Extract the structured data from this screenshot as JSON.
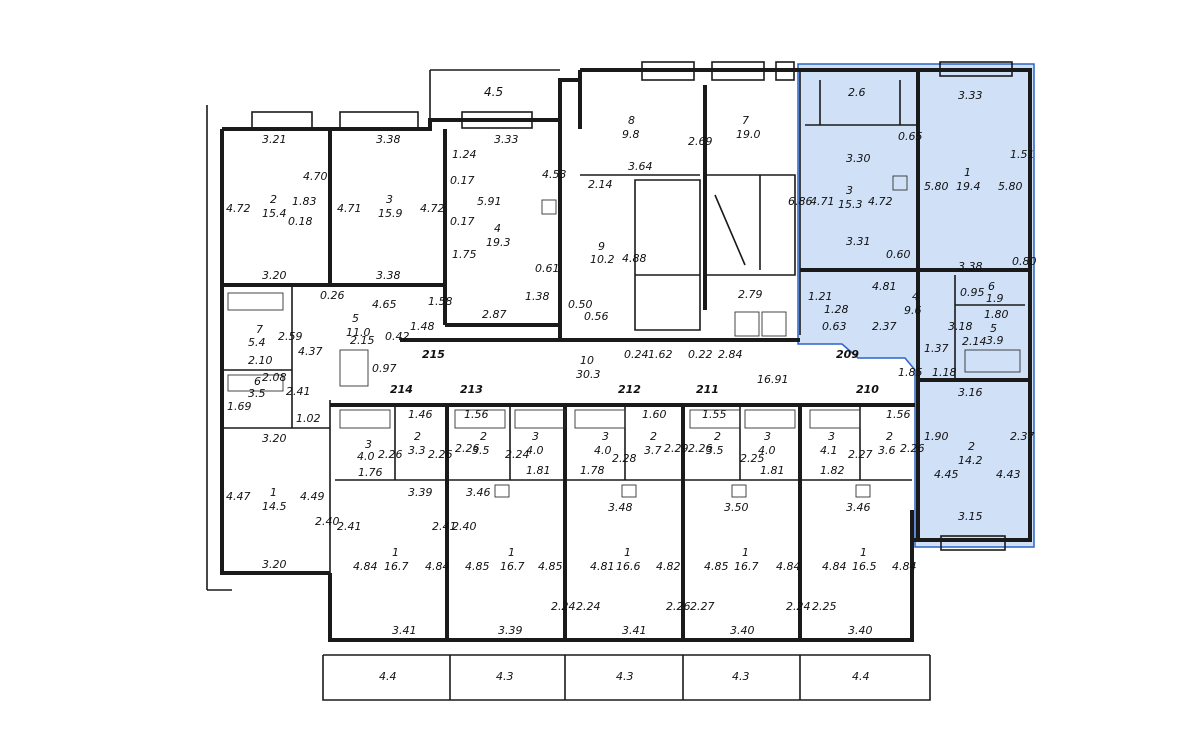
{
  "highlight": {
    "color": "#cfe0f7",
    "border": "#2b63c9"
  },
  "labels": [
    {
      "id": "balc-4-5",
      "t": "4.5"
    },
    {
      "id": "d-3-21",
      "t": "3.21"
    },
    {
      "id": "d-3-38a",
      "t": "3.38"
    },
    {
      "id": "d-3-33a",
      "t": "3.33"
    },
    {
      "id": "d-4-72a",
      "t": "4.72"
    },
    {
      "id": "d-4-70",
      "t": "4.70"
    },
    {
      "id": "d-1-83",
      "t": "1.83"
    },
    {
      "id": "d-0-18",
      "t": "0.18"
    },
    {
      "id": "r2-num",
      "t": "2"
    },
    {
      "id": "r2-area",
      "t": "15.4"
    },
    {
      "id": "d-4-71a",
      "t": "4.71"
    },
    {
      "id": "d-4-72b",
      "t": "4.72"
    },
    {
      "id": "r3-num",
      "t": "3"
    },
    {
      "id": "r3-area",
      "t": "15.9"
    },
    {
      "id": "d-1-24",
      "t": "1.24"
    },
    {
      "id": "d-0-17a",
      "t": "0.17"
    },
    {
      "id": "d-0-17b",
      "t": "0.17"
    },
    {
      "id": "d-5-91",
      "t": "5.91"
    },
    {
      "id": "d-4-53",
      "t": "4.53"
    },
    {
      "id": "d-1-75",
      "t": "1.75"
    },
    {
      "id": "r4-num",
      "t": "4"
    },
    {
      "id": "r4-area",
      "t": "19.3"
    },
    {
      "id": "d-0-61",
      "t": "0.61"
    },
    {
      "id": "d-1-38",
      "t": "1.38"
    },
    {
      "id": "d-3-20a",
      "t": "3.20"
    },
    {
      "id": "d-3-38b",
      "t": "3.38"
    },
    {
      "id": "d-0-26",
      "t": "0.26"
    },
    {
      "id": "d-4-65",
      "t": "4.65"
    },
    {
      "id": "d-1-58",
      "t": "1.58"
    },
    {
      "id": "d-2-87",
      "t": "2.87"
    },
    {
      "id": "r5-num",
      "t": "5"
    },
    {
      "id": "r5-area",
      "t": "11.0"
    },
    {
      "id": "d-2-59",
      "t": "2.59"
    },
    {
      "id": "d-4-37",
      "t": "4.37"
    },
    {
      "id": "d-2-15",
      "t": "2.15"
    },
    {
      "id": "d-0-42",
      "t": "0.42"
    },
    {
      "id": "d-1-48",
      "t": "1.48"
    },
    {
      "id": "r7a-num",
      "t": "7"
    },
    {
      "id": "r7a-area",
      "t": "5.4"
    },
    {
      "id": "d-2-10",
      "t": "2.10"
    },
    {
      "id": "d-2-08",
      "t": "2.08"
    },
    {
      "id": "r6a-num",
      "t": "6"
    },
    {
      "id": "r6a-area",
      "t": "3.5"
    },
    {
      "id": "d-1-69",
      "t": "1.69"
    },
    {
      "id": "d-2-41a",
      "t": "2.41"
    },
    {
      "id": "d-1-02",
      "t": "1.02"
    },
    {
      "id": "d-3-20b",
      "t": "3.20"
    },
    {
      "id": "d-4-47",
      "t": "4.47"
    },
    {
      "id": "r1a-num",
      "t": "1"
    },
    {
      "id": "r1a-area",
      "t": "14.5"
    },
    {
      "id": "d-4-49",
      "t": "4.49"
    },
    {
      "id": "d-2-40a",
      "t": "2.40"
    },
    {
      "id": "d-3-20c",
      "t": "3.20"
    },
    {
      "id": "apt-215",
      "t": "215"
    },
    {
      "id": "d-0-97",
      "t": "0.97"
    },
    {
      "id": "r10-num",
      "t": "10"
    },
    {
      "id": "r10-area",
      "t": "30.3"
    },
    {
      "id": "d-1-62",
      "t": "1.62"
    },
    {
      "id": "d-0-24",
      "t": "0.24"
    },
    {
      "id": "d-0-22",
      "t": "0.22"
    },
    {
      "id": "d-2-84",
      "t": "2.84"
    },
    {
      "id": "d-16-91",
      "t": "16.91"
    },
    {
      "id": "d-0-50",
      "t": "0.50"
    },
    {
      "id": "d-0-56",
      "t": "0.56"
    },
    {
      "id": "r8-num",
      "t": "8"
    },
    {
      "id": "r8-area",
      "t": "9.8"
    },
    {
      "id": "d-2-69",
      "t": "2.69"
    },
    {
      "id": "d-3-64",
      "t": "3.64"
    },
    {
      "id": "d-2-14",
      "t": "2.14"
    },
    {
      "id": "r7b-num",
      "t": "7"
    },
    {
      "id": "r7b-area",
      "t": "19.0"
    },
    {
      "id": "d-6-86",
      "t": "6.86"
    },
    {
      "id": "r9-num",
      "t": "9"
    },
    {
      "id": "r9-area",
      "t": "10.2"
    },
    {
      "id": "d-4-88",
      "t": "4.88"
    },
    {
      "id": "d-2-79",
      "t": "2.79"
    },
    {
      "id": "apt-214",
      "t": "214"
    },
    {
      "id": "apt-213",
      "t": "213"
    },
    {
      "id": "apt-212",
      "t": "212"
    },
    {
      "id": "apt-211",
      "t": "211"
    },
    {
      "id": "apt-210",
      "t": "210"
    },
    {
      "id": "apt-209",
      "t": "209"
    },
    {
      "id": "d-1-46",
      "t": "1.46"
    },
    {
      "id": "d-1-56a",
      "t": "1.56"
    },
    {
      "id": "d-1-60",
      "t": "1.60"
    },
    {
      "id": "d-1-55",
      "t": "1.55"
    },
    {
      "id": "d-1-56b",
      "t": "1.56"
    },
    {
      "id": "u214-3",
      "t": "3"
    },
    {
      "id": "u214-3a",
      "t": "4.0"
    },
    {
      "id": "d-2-26a",
      "t": "2.26"
    },
    {
      "id": "u214-2",
      "t": "2"
    },
    {
      "id": "u214-2a",
      "t": "3.3"
    },
    {
      "id": "d-2-26b",
      "t": "2.26"
    },
    {
      "id": "d-1-76",
      "t": "1.76"
    },
    {
      "id": "d-3-39a",
      "t": "3.39"
    },
    {
      "id": "d-2-26c",
      "t": "2.26"
    },
    {
      "id": "u213-2",
      "t": "2"
    },
    {
      "id": "u213-2a",
      "t": "3.5"
    },
    {
      "id": "d-2-24a",
      "t": "2.24"
    },
    {
      "id": "u213-3",
      "t": "3"
    },
    {
      "id": "u213-3a",
      "t": "4.0"
    },
    {
      "id": "d-1-81a",
      "t": "1.81"
    },
    {
      "id": "d-3-46a",
      "t": "3.46"
    },
    {
      "id": "u212-3",
      "t": "3"
    },
    {
      "id": "u212-3a",
      "t": "4.0"
    },
    {
      "id": "d-2-28",
      "t": "2.28"
    },
    {
      "id": "u212-2",
      "t": "2"
    },
    {
      "id": "u212-2a",
      "t": "3.7"
    },
    {
      "id": "d-2-29",
      "t": "2.29"
    },
    {
      "id": "d-1-78",
      "t": "1.78"
    },
    {
      "id": "d-3-48",
      "t": "3.48"
    },
    {
      "id": "d-2-26d",
      "t": "2.26"
    },
    {
      "id": "u211-2",
      "t": "2"
    },
    {
      "id": "u211-2a",
      "t": "3.5"
    },
    {
      "id": "d-2-25",
      "t": "2.25"
    },
    {
      "id": "u211-3",
      "t": "3"
    },
    {
      "id": "u211-3a",
      "t": "4.0"
    },
    {
      "id": "d-1-81b",
      "t": "1.81"
    },
    {
      "id": "d-3-50",
      "t": "3.50"
    },
    {
      "id": "u210-3",
      "t": "3"
    },
    {
      "id": "u210-3a",
      "t": "4.1"
    },
    {
      "id": "d-2-27a",
      "t": "2.27"
    },
    {
      "id": "u210-2",
      "t": "2"
    },
    {
      "id": "u210-2a",
      "t": "3.6"
    },
    {
      "id": "d-2-26e",
      "t": "2.26"
    },
    {
      "id": "d-1-82",
      "t": "1.82"
    },
    {
      "id": "d-3-46b",
      "t": "3.46"
    },
    {
      "id": "d-2-41b",
      "t": "2.41"
    },
    {
      "id": "d-2-41c",
      "t": "2.41"
    },
    {
      "id": "d-2-40b",
      "t": "2.40"
    },
    {
      "id": "d-4-84a",
      "t": "4.84"
    },
    {
      "id": "s214-1",
      "t": "1"
    },
    {
      "id": "s214-1a",
      "t": "16.7"
    },
    {
      "id": "d-4-84b",
      "t": "4.84"
    },
    {
      "id": "d-4-85a",
      "t": "4.85"
    },
    {
      "id": "s213-1",
      "t": "1"
    },
    {
      "id": "s213-1a",
      "t": "16.7"
    },
    {
      "id": "d-4-85b",
      "t": "4.85"
    },
    {
      "id": "d-2-24b",
      "t": "2.24"
    },
    {
      "id": "d-2-24c",
      "t": "2.24"
    },
    {
      "id": "d-4-81",
      "t": "4.81"
    },
    {
      "id": "s212-1",
      "t": "1"
    },
    {
      "id": "s212-1a",
      "t": "16.6"
    },
    {
      "id": "d-4-82",
      "t": "4.82"
    },
    {
      "id": "d-2-26f",
      "t": "2.26"
    },
    {
      "id": "d-2-27b",
      "t": "2.27"
    },
    {
      "id": "d-4-85c",
      "t": "4.85"
    },
    {
      "id": "s211-1",
      "t": "1"
    },
    {
      "id": "s211-1a",
      "t": "16.7"
    },
    {
      "id": "d-4-84c",
      "t": "4.84"
    },
    {
      "id": "d-2-24d",
      "t": "2.24"
    },
    {
      "id": "d-2-25b",
      "t": "2.25"
    },
    {
      "id": "d-4-84d",
      "t": "4.84"
    },
    {
      "id": "s210-1",
      "t": "1"
    },
    {
      "id": "s210-1a",
      "t": "16.5"
    },
    {
      "id": "d-4-84e",
      "t": "4.84"
    },
    {
      "id": "d-3-41a",
      "t": "3.41"
    },
    {
      "id": "d-3-39b",
      "t": "3.39"
    },
    {
      "id": "d-3-41b",
      "t": "3.41"
    },
    {
      "id": "d-3-40a",
      "t": "3.40"
    },
    {
      "id": "d-3-40b",
      "t": "3.40"
    },
    {
      "id": "b-4-4a",
      "t": "4.4"
    },
    {
      "id": "b-4-3a",
      "t": "4.3"
    },
    {
      "id": "b-4-3b",
      "t": "4.3"
    },
    {
      "id": "b-4-3c",
      "t": "4.3"
    },
    {
      "id": "b-4-4b",
      "t": "4.4"
    },
    {
      "id": "h-2-6",
      "t": "2.6"
    },
    {
      "id": "h-3-33",
      "t": "3.33"
    },
    {
      "id": "h-0-65",
      "t": "0.65"
    },
    {
      "id": "h-1-51",
      "t": "1.51"
    },
    {
      "id": "h-3-30",
      "t": "3.30"
    },
    {
      "id": "h-4-71",
      "t": "4.71"
    },
    {
      "id": "h3-num",
      "t": "3"
    },
    {
      "id": "h3-area",
      "t": "15.3"
    },
    {
      "id": "h-4-72",
      "t": "4.72"
    },
    {
      "id": "h-5-80a",
      "t": "5.80"
    },
    {
      "id": "h1-num",
      "t": "1"
    },
    {
      "id": "h1-area",
      "t": "19.4"
    },
    {
      "id": "h-5-80b",
      "t": "5.80"
    },
    {
      "id": "h-3-31",
      "t": "3.31"
    },
    {
      "id": "h-0-60",
      "t": "0.60"
    },
    {
      "id": "h-3-38",
      "t": "3.38"
    },
    {
      "id": "h-0-80",
      "t": "0.80"
    },
    {
      "id": "h-1-21",
      "t": "1.21"
    },
    {
      "id": "h-4-81",
      "t": "4.81"
    },
    {
      "id": "h4-num",
      "t": "4"
    },
    {
      "id": "h4-area",
      "t": "9.6"
    },
    {
      "id": "h-0-95",
      "t": "0.95"
    },
    {
      "id": "h6-num",
      "t": "6"
    },
    {
      "id": "h6-area",
      "t": "1.9"
    },
    {
      "id": "h-1-28",
      "t": "1.28"
    },
    {
      "id": "h-0-63",
      "t": "0.63"
    },
    {
      "id": "h-2-37a",
      "t": "2.37"
    },
    {
      "id": "h-3-18",
      "t": "3.18"
    },
    {
      "id": "h-1-80",
      "t": "1.80"
    },
    {
      "id": "h-1-37",
      "t": "1.37"
    },
    {
      "id": "h-2-14",
      "t": "2.14"
    },
    {
      "id": "h5-num",
      "t": "5"
    },
    {
      "id": "h5-area",
      "t": "3.9"
    },
    {
      "id": "h-1-18",
      "t": "1.18"
    },
    {
      "id": "h-1-85",
      "t": "1.85"
    },
    {
      "id": "h-3-16",
      "t": "3.16"
    },
    {
      "id": "h-1-90",
      "t": "1.90"
    },
    {
      "id": "h2-num",
      "t": "2"
    },
    {
      "id": "h2-area",
      "t": "14.2"
    },
    {
      "id": "h-2-37b",
      "t": "2.37"
    },
    {
      "id": "h-4-45",
      "t": "4.45"
    },
    {
      "id": "h-4-43",
      "t": "4.43"
    },
    {
      "id": "h-3-15",
      "t": "3.15"
    }
  ]
}
